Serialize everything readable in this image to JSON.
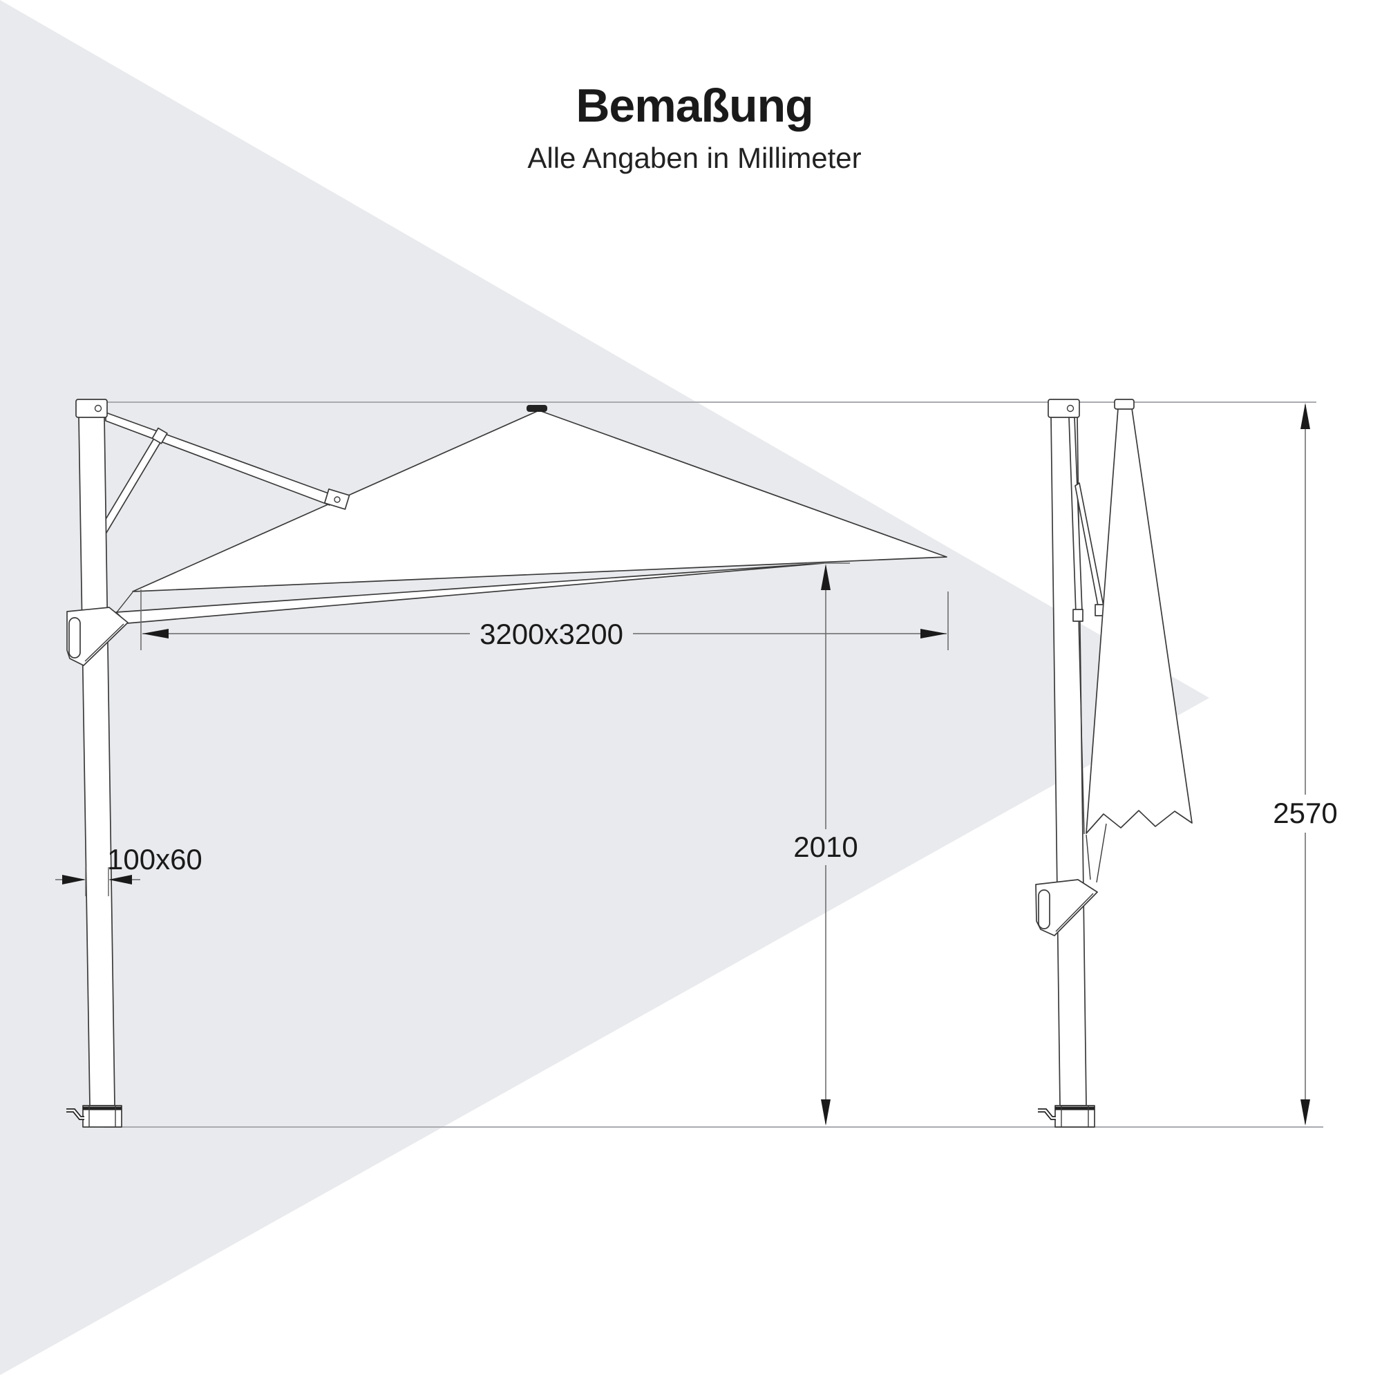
{
  "header": {
    "title": "Bemaßung",
    "subtitle": "Alle Angaben in Millimeter"
  },
  "dimensions": {
    "canopy_size": "3200x3200",
    "clearance_height": "2010",
    "mast_profile": "100x60",
    "total_height": "2570"
  },
  "colors": {
    "background": "#ffffff",
    "watermark": "#e9eaed",
    "line": "#3a3a3a",
    "dim": "#666666",
    "guide": "#a8abaf",
    "ink": "#1a1a1a"
  }
}
